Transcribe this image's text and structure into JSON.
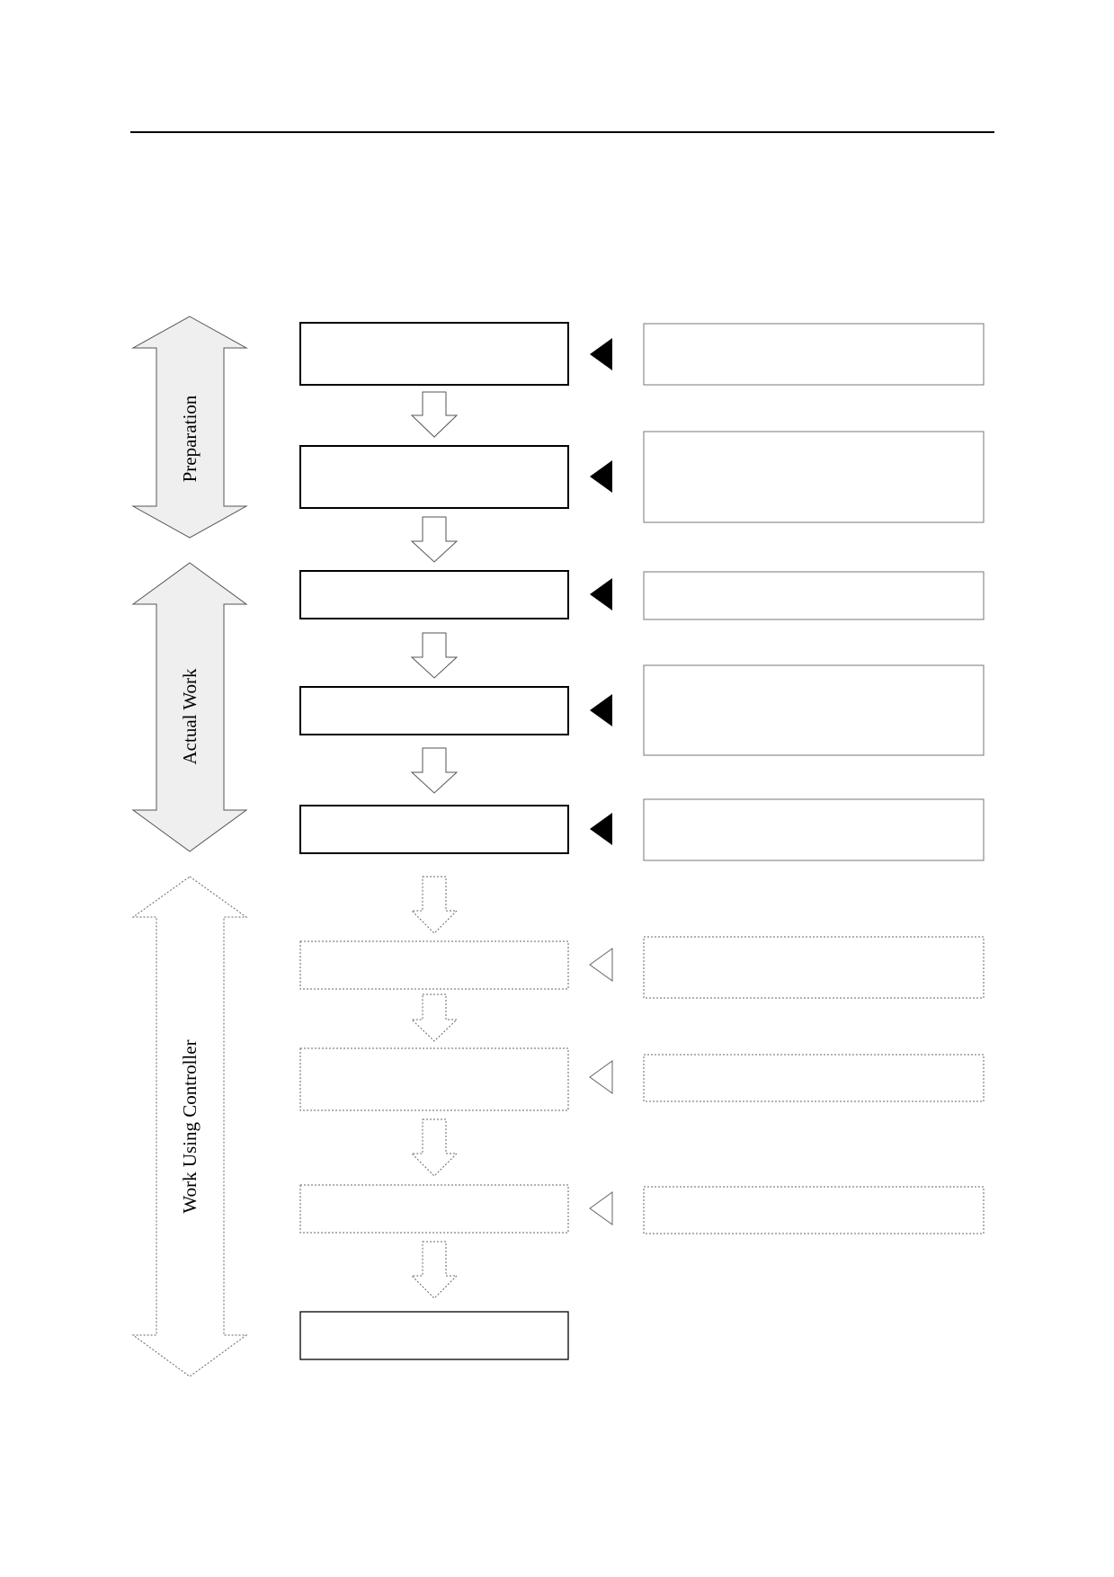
{
  "phases": [
    {
      "id": "preparation",
      "label": "Preparation",
      "style": "solid",
      "fill": "#efefef"
    },
    {
      "id": "actual-work",
      "label": "Actual Work",
      "style": "solid",
      "fill": "#efefef"
    },
    {
      "id": "work-using-controller",
      "label": "Work Using Controller",
      "style": "dotted",
      "fill": "#ffffff"
    }
  ],
  "steps": [
    {
      "label": "",
      "style": "solid",
      "note": ""
    },
    {
      "label": "",
      "style": "solid",
      "note": ""
    },
    {
      "label": "",
      "style": "solid",
      "note": ""
    },
    {
      "label": "",
      "style": "solid",
      "note": ""
    },
    {
      "label": "",
      "style": "solid",
      "note": ""
    },
    {
      "label": "",
      "style": "dotted",
      "note": ""
    },
    {
      "label": "",
      "style": "dotted",
      "note": ""
    },
    {
      "label": "",
      "style": "dotted",
      "note": ""
    },
    {
      "label": "",
      "style": "plain",
      "note": null
    }
  ],
  "colors": {
    "stroke": "#000000",
    "light_stroke": "#555555",
    "phase_fill": "#efefef"
  }
}
